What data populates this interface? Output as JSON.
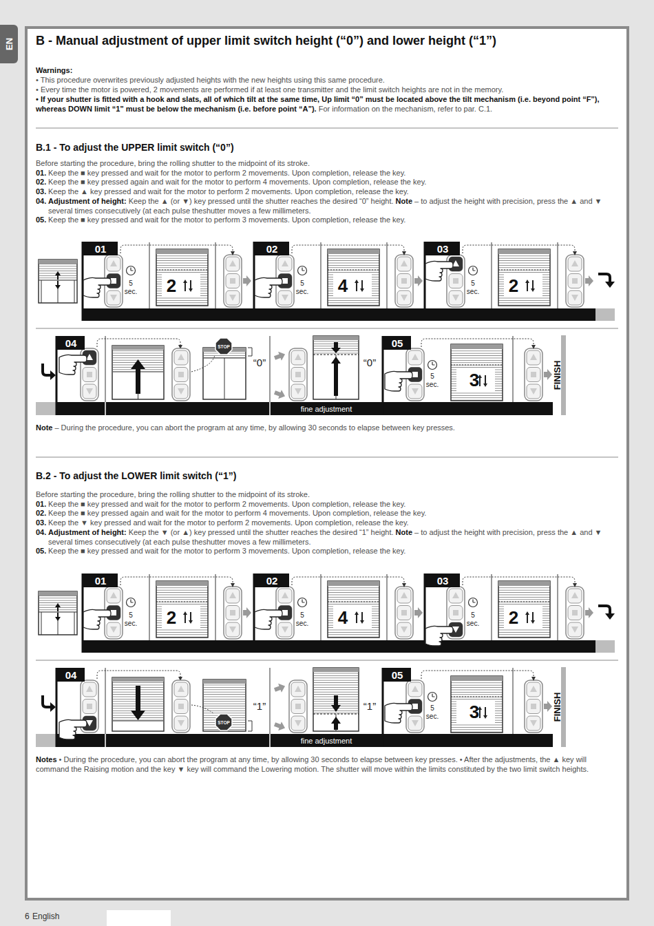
{
  "diagram": {
    "title": "B - Manual adjustment of upper limit switch height (“0”) and lower height (“1”)",
    "nodes": [
      {
        "text": [
          "EN"
        ]
      },
      {
        "text": [
          "01"
        ]
      },
      {
        "text": [
          "02"
        ]
      },
      {
        "text": [
          "03"
        ]
      },
      {
        "text": [
          "04"
        ]
      },
      {
        "text": [
          "STOP"
        ]
      },
      {
        "text": [
          "fine adjustment"
        ]
      },
      {
        "text": [
          "05"
        ]
      },
      {
        "text": [
          "FINISH"
        ]
      },
      {
        "text": [
          "01"
        ]
      },
      {
        "text": [
          "02"
        ]
      },
      {
        "text": [
          "03"
        ]
      },
      {
        "text": [
          "04"
        ]
      },
      {
        "text": [
          "STOP"
        ]
      },
      {
        "text": [
          "fine adjustment"
        ]
      },
      {
        "text": [
          "05"
        ]
      },
      {
        "text": [
          "FINISH"
        ]
      }
    ],
    "labels": [
      "Warnings:",
      "• This procedure overwrites previously adjusted heights with the new heights using this same procedure.",
      "• Every time the motor is powered, 2 movements are performed if at least one transmitter and the limit switch heights are not in the memory.",
      "• If your shutter is fitted with a hook and slats, all of which tilt at the same time, Up limit “0” must be located above the tilt mechanism (i.e. beyond point “F”), whereas DOWN limit “1” must be below the mechanism (i.e. before point “A”).",
      "For information on the mechanism, refer to par. C.1.",
      "B.1 - To adjust the UPPER limit switch (“0”)",
      "Before starting the procedure, bring the rolling shutter to the midpoint of its stroke.",
      "01.",
      "Keep the ■ key pressed and wait for the motor to perform 2 movements. Upon completion, release the key.",
      "02.",
      "Keep the ■ key pressed again and wait for the motor to perform 4 movements. Upon completion, release the key.",
      "03.",
      "Keep the ▲ key pressed and wait for the motor to perform 2 movements. Upon completion, release the key.",
      "04.",
      "Adjustment of height:",
      "Keep the ▲ (or ▼) key pressed until the shutter reaches the desired “0” height.",
      "Note",
      "– to adjust the height with precision, press the ▲ and ▼ several times consecutively (at each pulse theshutter moves a few millimeters.",
      "05.",
      "Keep the ■ key pressed and wait for the motor to perform 3 movements. Upon completion, release the key.",
      "5",
      "sec.",
      "2",
      "5",
      "sec.",
      "4",
      "5",
      "sec.",
      "2",
      "“0”",
      "“0”",
      "5",
      "sec.",
      "3",
      "Note",
      "– During the procedure, you can abort the program at any time, by allowing 30 seconds to elapse between key presses.",
      "B.2 - To adjust the LOWER limit switch (“1”)",
      "Before starting the procedure, bring the rolling shutter to the midpoint of its stroke.",
      "01.",
      "Keep the ■ key pressed and wait for the motor to perform 2 movements. Upon completion, release the key.",
      "02.",
      "Keep the ■ key pressed again and wait for the motor to perform 4 movements. Upon completion, release the key.",
      "03.",
      "Keep the ▼ key pressed and wait for the motor to perform 2 movements. Upon completion, release the key.",
      "04.",
      "Adjustment of height:",
      "Keep the ▼ (or ▲) key pressed until the shutter reaches the desired “1” height.",
      "Note",
      "– to adjust the height with precision, press the ▲ and ▼ several times consecutively (at each pulse theshutter moves a few millimeters.",
      "05.",
      "Keep the ■ key pressed and wait for the motor to perform 3 movements. Upon completion, release the key.",
      "5",
      "sec.",
      "2",
      "5",
      "sec.",
      "4",
      "5",
      "sec.",
      "2",
      "“1”",
      "“1”",
      "5",
      "sec.",
      "3",
      "Notes",
      "• During the procedure, you can abort the program at any time, by allowing 30 seconds to elapse between key presses. • After the adjustments, the ▲ key will command the Raising motion and the key ▼ key will command the Lowering motion. The shutter will move within the limits constituted by the two limit switch heights.",
      "6",
      "English"
    ]
  }
}
